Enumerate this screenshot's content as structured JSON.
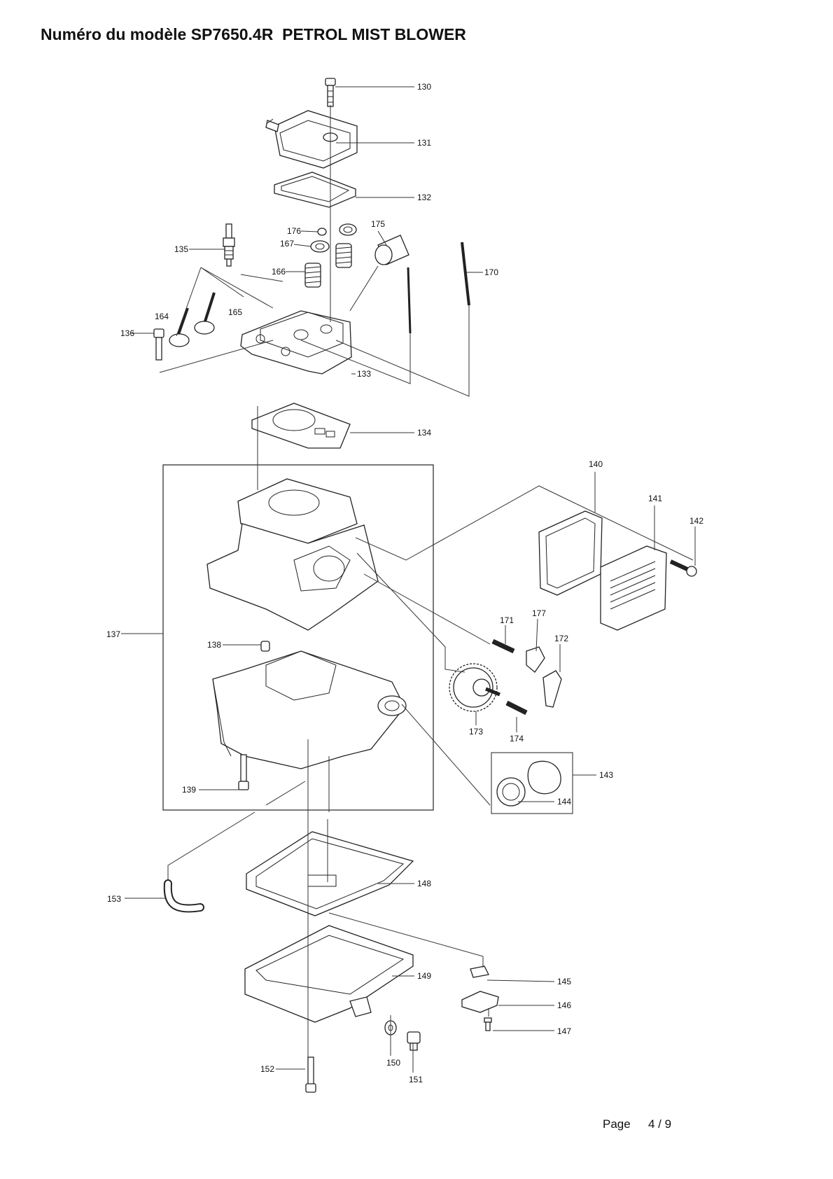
{
  "title": "Numéro du modèle SP7650.4R  PETROL MIST BLOWER",
  "parts": {
    "p130": "130",
    "p131": "131",
    "p132": "132",
    "p135": "135",
    "p176": "176",
    "p175": "175",
    "p167": "167",
    "p166": "166",
    "p170": "170",
    "p164": "164",
    "p165": "165",
    "p136": "136",
    "p133": "133",
    "p134": "134",
    "p140": "140",
    "p141": "141",
    "p142": "142",
    "p137": "137",
    "p138": "138",
    "p171": "171",
    "p177": "177",
    "p172": "172",
    "p173": "173",
    "p174": "174",
    "p143": "143",
    "p144": "144",
    "p139": "139",
    "p153": "153",
    "p148": "148",
    "p149": "149",
    "p145": "145",
    "p146": "146",
    "p147": "147",
    "p150": "150",
    "p151": "151",
    "p152": "152"
  },
  "footer": {
    "page_label": "Page",
    "page_number": "4 / 9"
  }
}
